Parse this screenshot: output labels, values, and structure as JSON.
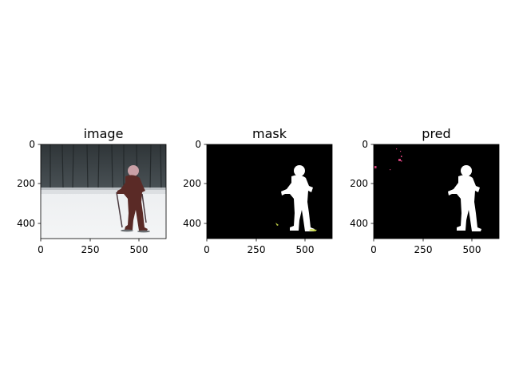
{
  "figure": {
    "background": "#ffffff",
    "panels": [
      {
        "title": "image",
        "kind": "photo",
        "xticks": [
          "0",
          "250",
          "500"
        ],
        "yticks": [
          "0",
          "200",
          "400"
        ],
        "scene": {
          "description_colors": {
            "forest": "#3c4448",
            "snow": "#eef0f2",
            "coat": "#5a2a26"
          }
        }
      },
      {
        "title": "mask",
        "kind": "mask",
        "xticks": [
          "0",
          "250",
          "500"
        ],
        "yticks": [
          "0",
          "200",
          "400"
        ],
        "colors": {
          "background": "#000000",
          "foreground": "#ffffff",
          "ski_tips": "#c8d84a"
        }
      },
      {
        "title": "pred",
        "kind": "mask",
        "xticks": [
          "0",
          "250",
          "500"
        ],
        "yticks": [
          "0",
          "200",
          "400"
        ],
        "colors": {
          "background": "#000000",
          "foreground": "#ffffff",
          "noise": "#d0407a"
        }
      }
    ]
  }
}
